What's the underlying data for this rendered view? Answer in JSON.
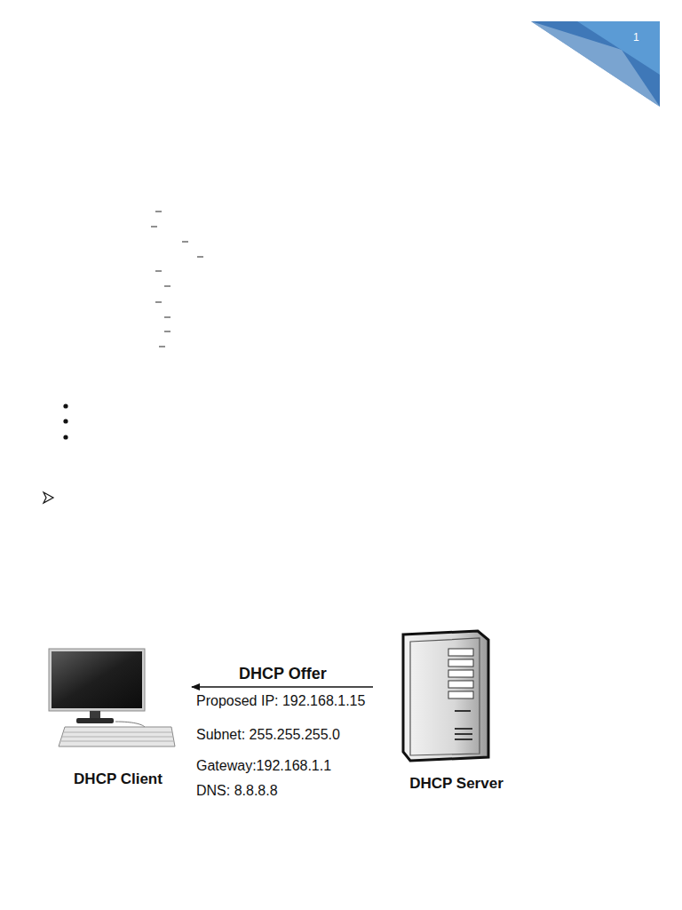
{
  "diagram": {
    "nodes": [
      {
        "text": [
          "DHCP Client"
        ]
      },
      {
        "text": [
          "DHCP Server"
        ]
      }
    ],
    "edges": [
      {
        "from": 1,
        "to": 0,
        "arrow": "to",
        "label": "DHCP Offer"
      }
    ],
    "labels": [
      "1",
      "Proposed IP: 192.168.1.15",
      "Subnet: 255.255.255.0",
      "Gateway:192.168.1.1",
      "DNS: 8.8.8.8"
    ]
  }
}
